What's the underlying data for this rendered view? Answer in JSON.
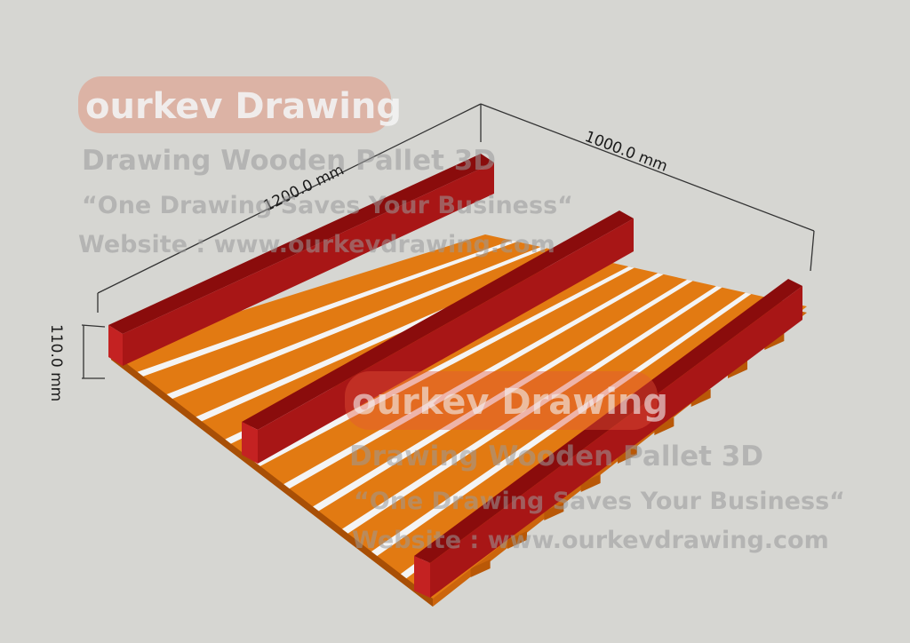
{
  "drawing": {
    "dimensions": {
      "length": "1200.0 mm",
      "width": "1000.0 mm",
      "height": "110.0 mm"
    },
    "colors": {
      "background": "#d6d6d2",
      "deck_board": "#e27a12",
      "deck_board_edge": "#b85a00",
      "stringer_top": "#8e0e0e",
      "stringer_side": "#b01818",
      "stringer_end": "#c22020",
      "bottom_board": "#d86e0e",
      "dimension_line": "#333333"
    }
  },
  "watermarks": [
    {
      "brand": "ourkev Drawing",
      "title": "Drawing Wooden Pallet 3D",
      "slogan": "“One Drawing Saves Your Business“",
      "website": "Website : www.ourkevdrawing.com"
    },
    {
      "brand": "ourkev Drawing",
      "title": "Drawing Wooden Pallet 3D",
      "slogan": "“One Drawing Saves Your Business“",
      "website": "Website : www.ourkevdrawing.com"
    }
  ]
}
